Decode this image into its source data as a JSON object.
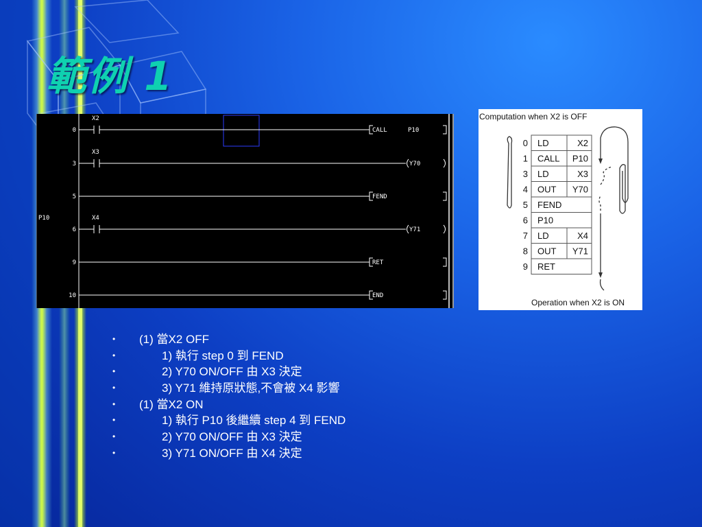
{
  "slide": {
    "title": "範例 1"
  },
  "ladder": {
    "rungs": [
      {
        "step": "0",
        "contact": "X2",
        "output": "CALL",
        "operand": "P10",
        "bracket": "]"
      },
      {
        "step": "3",
        "contact": "X3",
        "output": "Y70",
        "operand": "",
        "bracket": ")"
      },
      {
        "step": "5",
        "contact": "",
        "output": "FEND",
        "operand": "",
        "bracket": "]"
      },
      {
        "step": "6",
        "contact": "X4",
        "output": "Y71",
        "operand": "",
        "bracket": ")",
        "pointer": "P10"
      },
      {
        "step": "9",
        "contact": "",
        "output": "RET",
        "operand": "",
        "bracket": "]"
      },
      {
        "step": "10",
        "contact": "",
        "output": "END",
        "operand": "",
        "bracket": "]"
      }
    ]
  },
  "instruction_table": {
    "caption_top": "Computation when X2 is OFF",
    "caption_bottom": "Operation when X2 is ON",
    "rows": [
      {
        "step": "0",
        "instr": "LD",
        "operand": "X2"
      },
      {
        "step": "1",
        "instr": "CALL",
        "operand": "P10"
      },
      {
        "step": "3",
        "instr": "LD",
        "operand": "X3"
      },
      {
        "step": "4",
        "instr": "OUT",
        "operand": "Y70"
      },
      {
        "step": "5",
        "instr": "FEND",
        "operand": ""
      },
      {
        "step": "6",
        "instr": "P10",
        "operand": ""
      },
      {
        "step": "7",
        "instr": "LD",
        "operand": "X4"
      },
      {
        "step": "8",
        "instr": "OUT",
        "operand": "Y71"
      },
      {
        "step": "9",
        "instr": "RET",
        "operand": ""
      }
    ]
  },
  "bullets": [
    {
      "text": "(1) 當X2 OFF",
      "level": 0
    },
    {
      "text": "1) 執行 step 0 到 FEND",
      "level": 1
    },
    {
      "text": "2) Y70 ON/OFF 由 X3 決定",
      "level": 1
    },
    {
      "text": "3) Y71 維持原狀態,不會被 X4 影響",
      "level": 1
    },
    {
      "text": "(1) 當X2 ON",
      "level": 0
    },
    {
      "text": "1) 執行 P10 後繼續 step 4 到 FEND",
      "level": 1
    },
    {
      "text": "2) Y70 ON/OFF 由 X3 決定",
      "level": 1
    },
    {
      "text": "3) Y71 ON/OFF 由 X4 決定",
      "level": 1
    }
  ],
  "bullet_symbol": "•",
  "colors": {
    "title": "#0fd1b0",
    "background": "#1a63e6",
    "ladder_bg": "#000000",
    "ladder_line": "#ffffff",
    "cursor": "#2d3cff"
  }
}
